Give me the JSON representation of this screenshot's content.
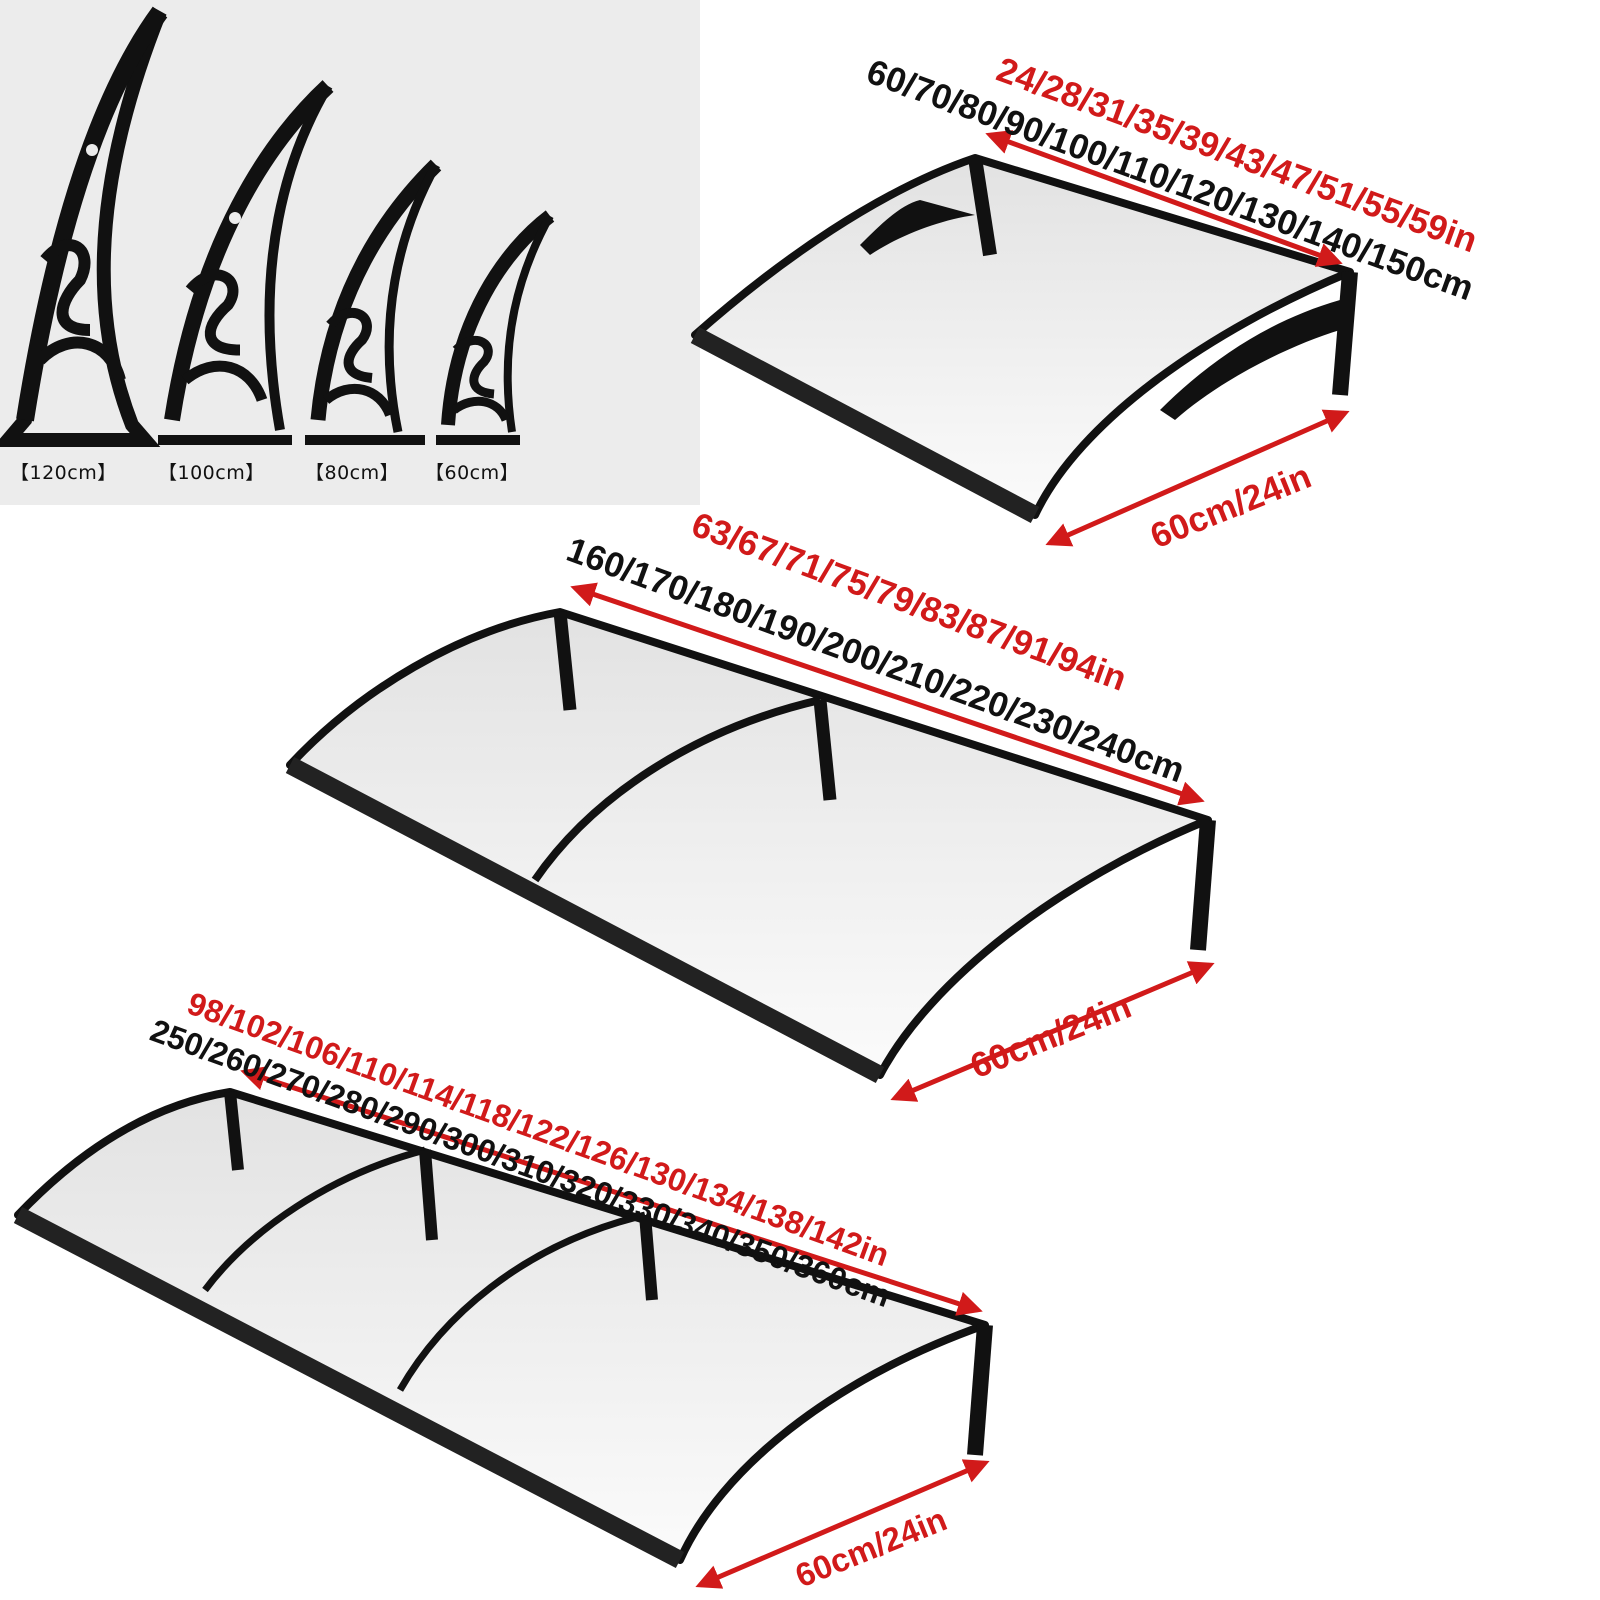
{
  "colors": {
    "dimension_red": "#d11a1a",
    "frame_black": "#111111",
    "panel_gray": "#ececec"
  },
  "bracket_sizes": [
    {
      "label": "【120cm】"
    },
    {
      "label": "【100cm】"
    },
    {
      "label": "【80cm】"
    },
    {
      "label": "【60cm】"
    }
  ],
  "canopies": [
    {
      "length_in": "24/28/31/35/39/43/47/51/55/59in",
      "length_cm": "60/70/80/90/100/110/120/130/140/150cm",
      "depth": "60cm/24in"
    },
    {
      "length_in": "63/67/71/75/79/83/87/91/94in",
      "length_cm": "160/170/180/190/200/210/220/230/240cm",
      "depth": "60cm/24in"
    },
    {
      "length_in": "98/102/106/110/114/118/122/126/130/134/138/142in",
      "length_cm": "250/260/270/280/290/300/310/320/330/340/350/360cm",
      "depth": "60cm/24in"
    }
  ]
}
